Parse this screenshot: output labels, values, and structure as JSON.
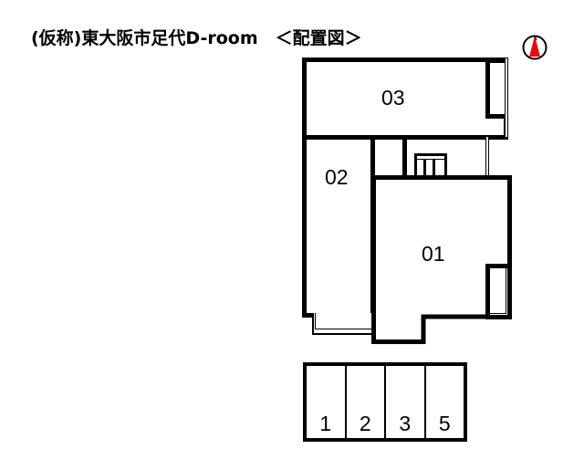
{
  "title": "(仮称)東大阪市足代D-room　＜配置図＞",
  "compass": {
    "icon": "north-arrow-icon",
    "color": "#e01010"
  },
  "units": [
    {
      "id": "03",
      "label": "03"
    },
    {
      "id": "02",
      "label": "02"
    },
    {
      "id": "01",
      "label": "01"
    }
  ],
  "parking": {
    "spaces": [
      {
        "label": "1"
      },
      {
        "label": "2"
      },
      {
        "label": "3"
      },
      {
        "label": "5"
      }
    ]
  }
}
